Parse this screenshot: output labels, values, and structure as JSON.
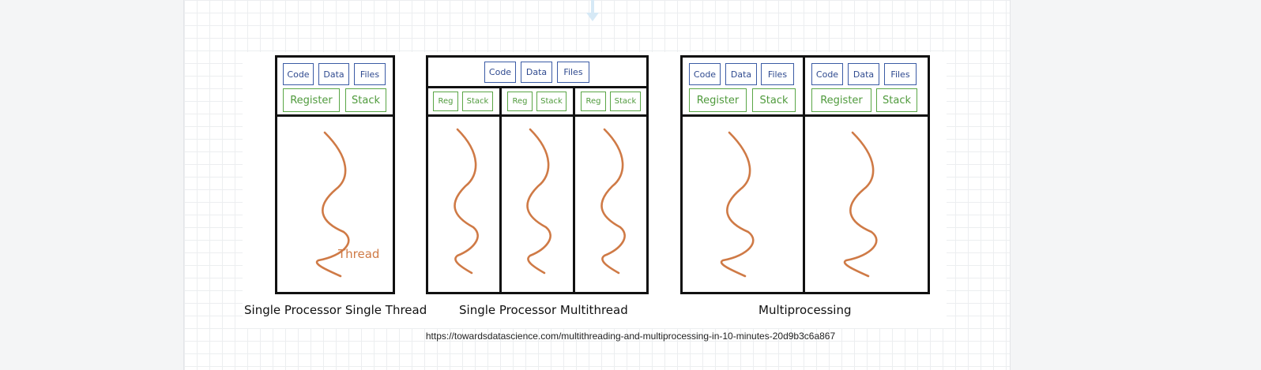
{
  "labels": {
    "code": "Code",
    "data": "Data",
    "files": "Files",
    "register": "Register",
    "stack": "Stack",
    "reg": "Reg",
    "thread": "Thread"
  },
  "captions": {
    "single_single": "Single Processor Single Thread",
    "single_multi": "Single Processor Multithread",
    "multiprocessing": "Multiprocessing"
  },
  "source_url": "https://towardsdatascience.com/multithreading-and-multiprocessing-in-10-minutes-20d9b3c6a867",
  "colors": {
    "code_box": "#3b5ba5",
    "register_box": "#5aa646",
    "thread": "#cf7a46",
    "outline": "#111111"
  }
}
